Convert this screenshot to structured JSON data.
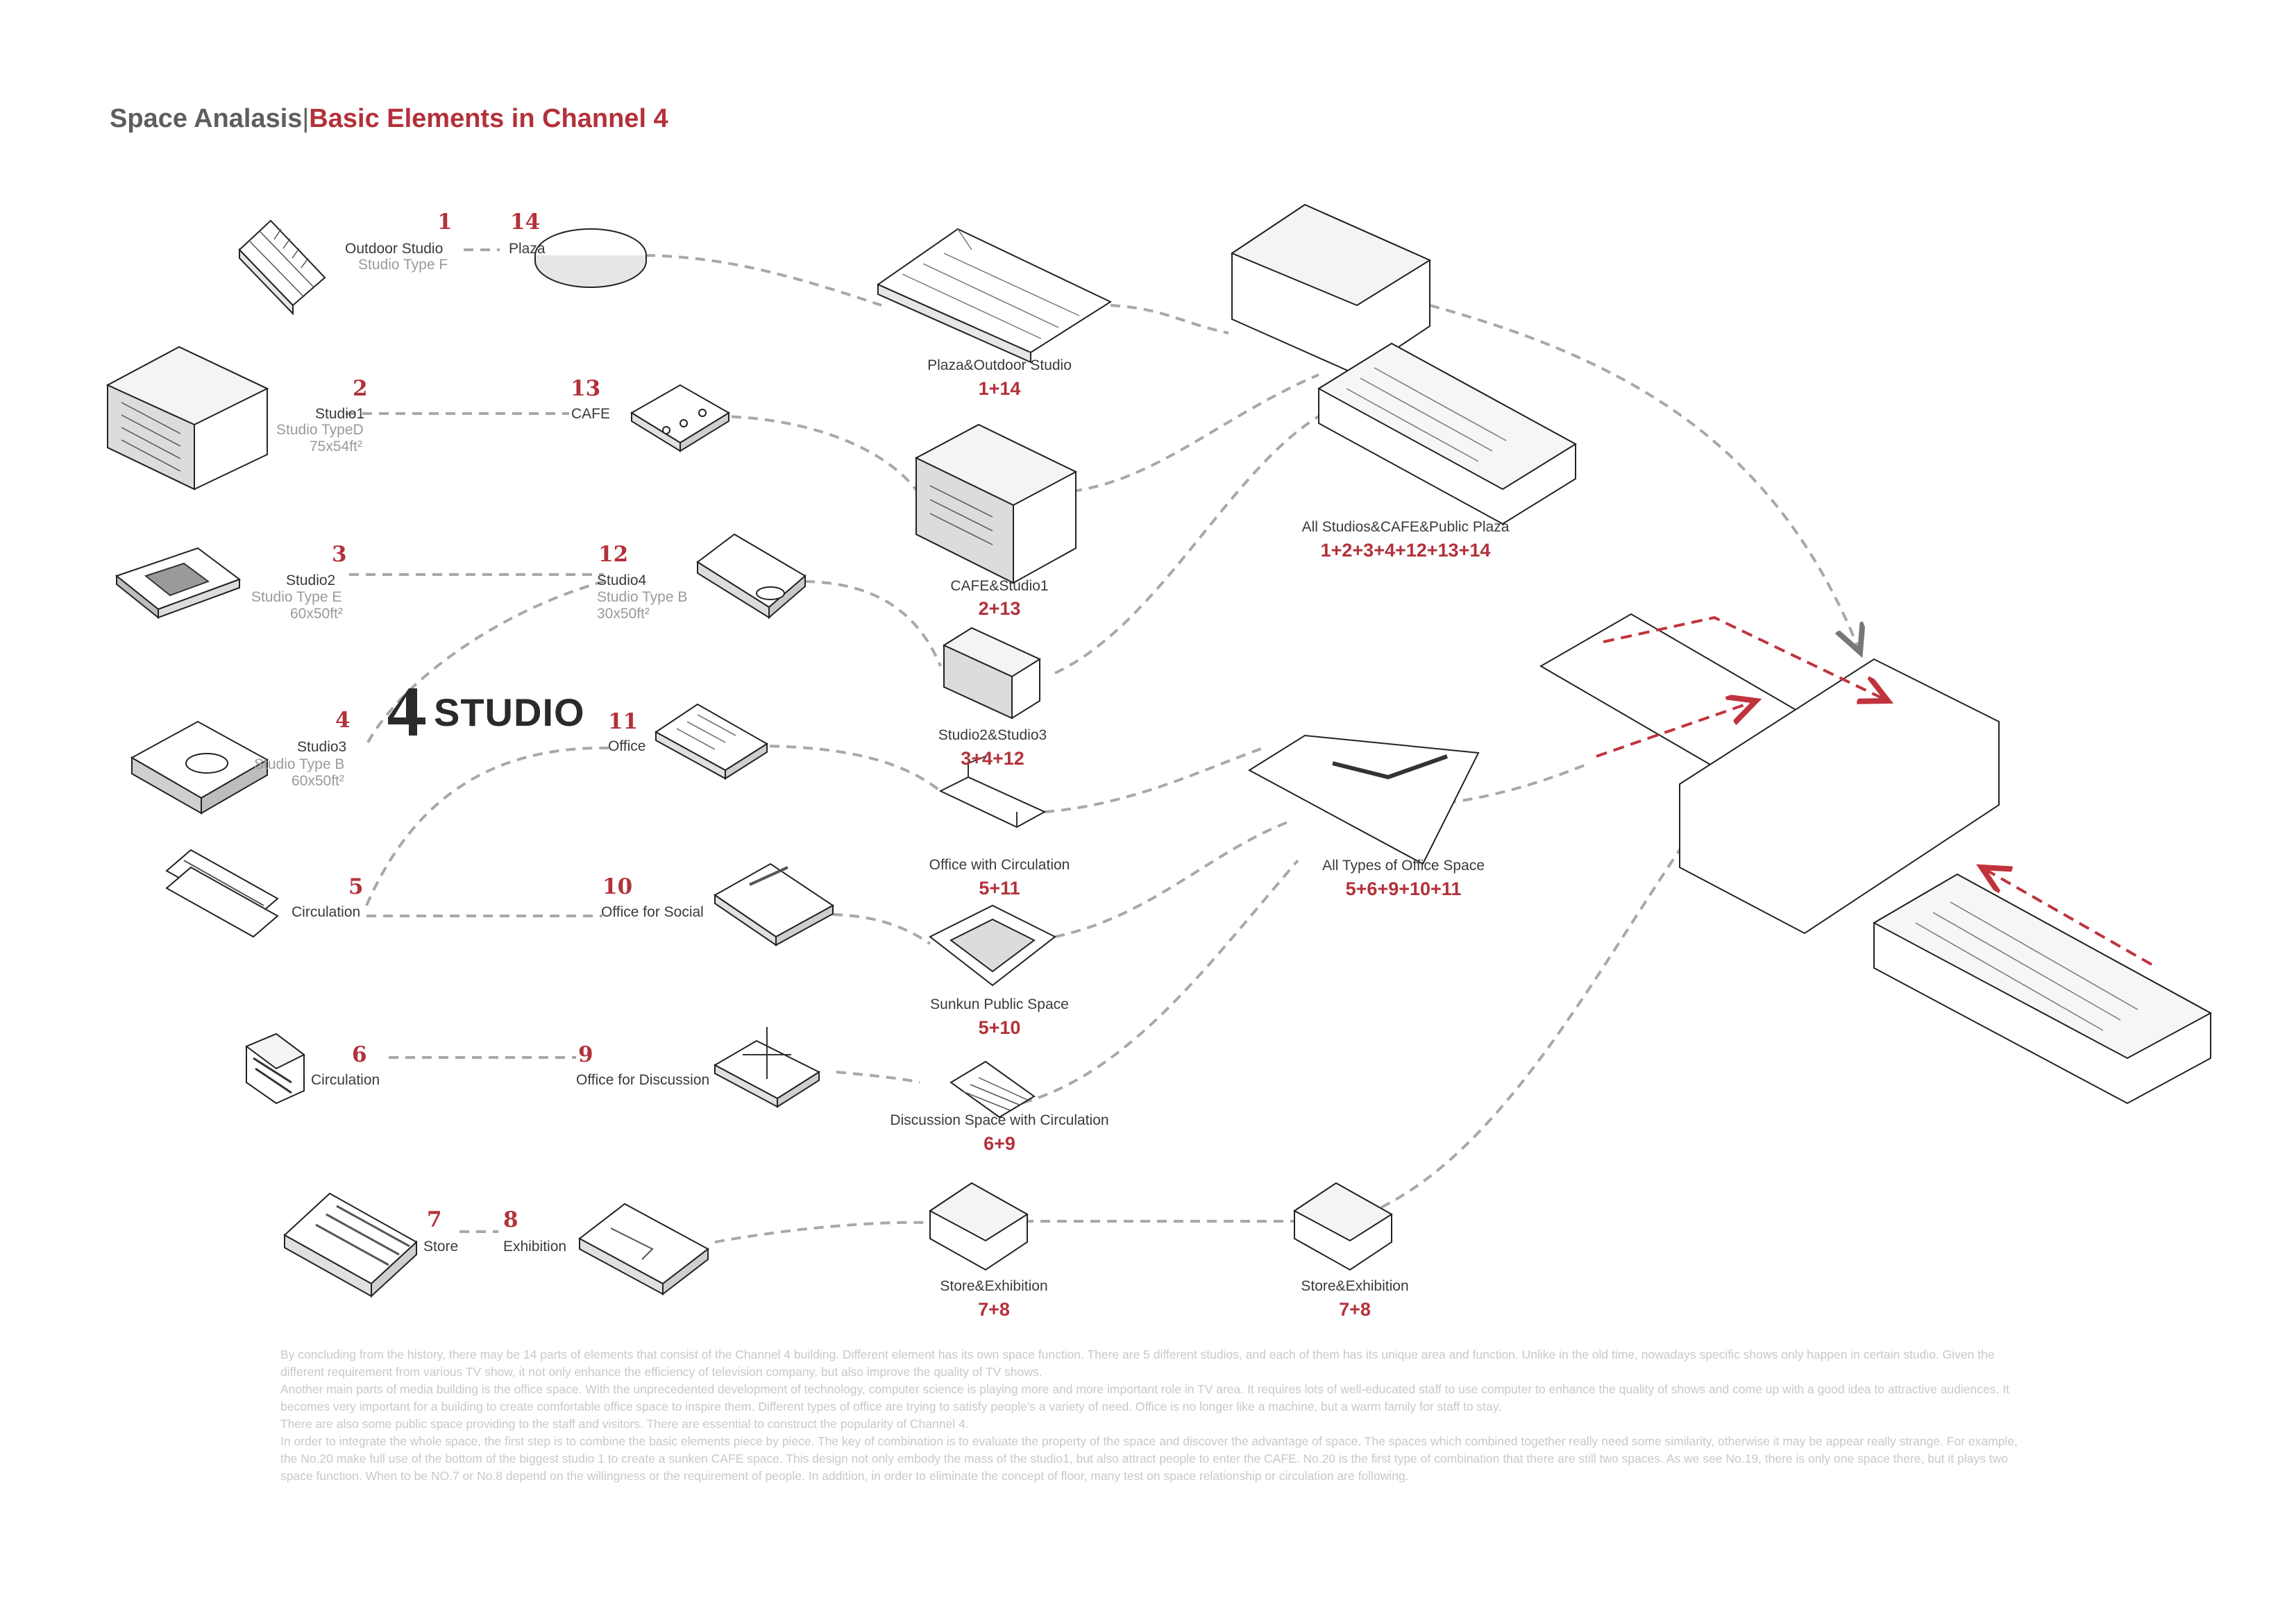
{
  "title": {
    "part1": "Space Analasis",
    "separator": "|",
    "part2": "Basic Elements in Channel 4"
  },
  "colors": {
    "accent": "#b3313a",
    "title_gray": "#5e5e5e",
    "line": "#9a9a9a",
    "body_text": "#c8c8c8"
  },
  "elements": {
    "e1": {
      "num": "1",
      "name": "Outdoor Studio",
      "type": "Studio Type F"
    },
    "e2": {
      "num": "2",
      "name": "Studio1",
      "type": "Studio TypeD",
      "size": "75x54ft²"
    },
    "e3": {
      "num": "3",
      "name": "Studio2",
      "type": "Studio Type E",
      "size": "60x50ft²"
    },
    "e4": {
      "num": "4",
      "name": "Studio3",
      "type": "Studio Type B",
      "size": "60x50ft²"
    },
    "e5": {
      "num": "5",
      "name": "Circulation"
    },
    "e6": {
      "num": "6",
      "name": "Circulation"
    },
    "e7": {
      "num": "7",
      "name": "Store"
    },
    "e8": {
      "num": "8",
      "name": "Exhibition"
    },
    "e9": {
      "num": "9",
      "name": "Office for Discussion"
    },
    "e10": {
      "num": "10",
      "name": "Office for Social"
    },
    "e11": {
      "num": "11",
      "name": "Office"
    },
    "e12": {
      "num": "12",
      "name": "Studio4",
      "type": "Studio Type B",
      "size": "30x50ft²"
    },
    "e13": {
      "num": "13",
      "name": "CAFE"
    },
    "e14": {
      "num": "14",
      "name": "Plaza"
    }
  },
  "combos": {
    "c1": {
      "name": "Plaza&Outdoor Studio",
      "formula": "1+14"
    },
    "c2": {
      "name": "CAFE&Studio1",
      "formula": "2+13"
    },
    "c3": {
      "name": "Studio2&Studio3",
      "formula": "3+4+12"
    },
    "c4": {
      "name": "Office with Circulation",
      "formula": "5+11"
    },
    "c5": {
      "name": "Sunkun Public Space",
      "formula": "5+10"
    },
    "c6": {
      "name": "Discussion Space with Circulation",
      "formula": "6+9"
    },
    "c7": {
      "name": "Store&Exhibition",
      "formula": "7+8"
    },
    "c8": {
      "name": "All Studios&CAFE&Public Plaza",
      "formula": "1+2+3+4+12+13+14"
    },
    "c9": {
      "name": "All Types of Office Space",
      "formula": "5+6+9+10+11"
    },
    "c10": {
      "name": "Store&Exhibition",
      "formula": "7+8"
    }
  },
  "brand": {
    "word": "STUDIO",
    "logo_text": "4"
  },
  "description": [
    "By concluding from the history, there may be 14 parts of elements that consist of the Channel 4 building. Different element has its own space function. There are 5 different studios, and each of them has its unique area and function. Unlike in the old time, nowadays specific shows only happen in certain studio. Given the different requirement from various TV show, it not only enhance the efficiency of television company, but also improve the quality of TV shows.",
    "Another main parts of media building is the office space. With the unprecedented development of technology, computer science is playing more and more important role in TV area. It requires lots of well-educated staff to use computer to enhance the quality of shows and come up with a good idea to attractive audiences. It becomes very important for a building to create comfortable office space to inspire them. Different types of office are trying to satisfy people's a variety of need. Office is no longer like a machine, but a warm family for staff to stay.",
    "There are also some public space providing to the staff and visitors. There are essential to construct the popularity of Channel 4.",
    "In order to integrate the whole space, the first step is to combine the basic elements piece by piece. The key of combination is to evaluate the property of the space and discover the advantage of space. The spaces which combined together really need some similarity, otherwise it may be appear really strange. For example, the No.20 make full use of the bottom of the biggest studio 1 to create a sunken CAFE space. This design not only embody the mass of the studio1, but also attract people to enter the CAFE. No.20 is the first type of combination that there are still two spaces. As we see No.19, there is only one space there, but it plays two space function. When to be NO.7 or No.8 depend on the willingness or the requirement of people. In addition, in order to eliminate the concept of floor, many test on space relationship or circulation are following."
  ]
}
